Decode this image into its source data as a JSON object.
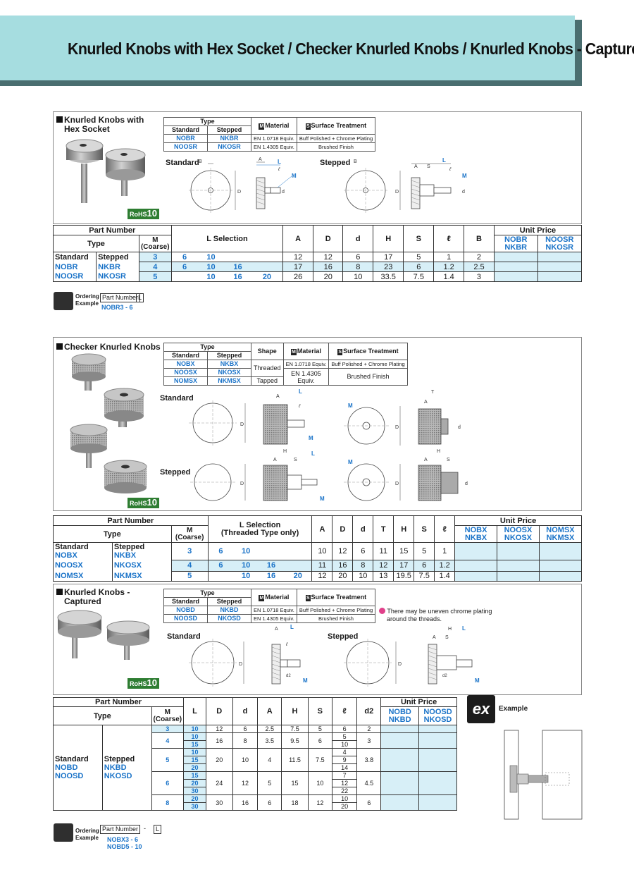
{
  "title": "Knurled Knobs with Hex Socket / Checker Knurled Knobs / Knurled Knobs - Captured",
  "common": {
    "type": "Type",
    "standard": "Standard",
    "stepped": "Stepped",
    "material": "Material",
    "surface": "Surface Treatment",
    "shape": "Shape",
    "m_mark": "M",
    "s_mark": "S",
    "part_number": "Part Number",
    "m_coarse_1": "M",
    "m_coarse_2": "(Coarse)",
    "unit_price": "Unit Price",
    "l_selection": "L Selection",
    "rohs": "RoHS",
    "rohs_num": "10",
    "ordering": "Ordering",
    "example": "Example",
    "dash": "-",
    "l_box": "L"
  },
  "sec1": {
    "title_1": "Knurled Knobs with",
    "title_2": "Hex Socket",
    "spec": [
      {
        "std": "NOBR",
        "stp": "NKBR",
        "mat": "EN 1.0718 Equiv.",
        "surf": "Buff Polished + Chrome Plating"
      },
      {
        "std": "NOOSR",
        "stp": "NKOSR",
        "mat": "EN 1.4305 Equiv.",
        "surf": "Brushed Finish"
      }
    ],
    "label_std": "Standard",
    "label_stp": "Stepped",
    "cols": [
      "A",
      "D",
      "d",
      "H",
      "S",
      "ℓ",
      "B"
    ],
    "price_cols": [
      [
        "NOBR",
        "NKBR"
      ],
      [
        "NOOSR",
        "NKOSR"
      ]
    ],
    "type_std": [
      "Standard",
      "NOBR",
      "NOOSR"
    ],
    "type_stp": [
      "Stepped",
      "NKBR",
      "NKOSR"
    ],
    "rows": [
      {
        "m": "3",
        "l": [
          "6",
          "10",
          "",
          ""
        ],
        "v": [
          "12",
          "12",
          "6",
          "17",
          "5",
          "1",
          "2"
        ]
      },
      {
        "m": "4",
        "l": [
          "6",
          "10",
          "16",
          ""
        ],
        "v": [
          "17",
          "16",
          "8",
          "23",
          "6",
          "1.2",
          "2.5"
        ]
      },
      {
        "m": "5",
        "l": [
          "",
          "10",
          "16",
          "20"
        ],
        "v": [
          "26",
          "20",
          "10",
          "33.5",
          "7.5",
          "1.4",
          "3"
        ]
      }
    ],
    "order_ex": "NOBR3  -  6"
  },
  "sec2": {
    "title": "Checker Knurled Knobs",
    "spec": [
      {
        "std": "NOBX",
        "stp": "NKBX",
        "mat": "EN 1.0718 Equiv.",
        "surf": "Buff Polished + Chrome Plating"
      },
      {
        "std": "NOOSX",
        "stp": "NKOSX",
        "mat": "EN 1.4305 Equiv.",
        "surf": "Brushed Finish"
      },
      {
        "std": "NOMSX",
        "stp": "NKMSX"
      }
    ],
    "shape_threaded": "Threaded",
    "shape_tapped": "Tapped",
    "label_std": "Standard",
    "label_stp": "Stepped",
    "l_sel_1": "L Selection",
    "l_sel_2": "(Threaded Type only)",
    "cols": [
      "A",
      "D",
      "d",
      "T",
      "H",
      "S",
      "ℓ"
    ],
    "price_cols": [
      [
        "NOBX",
        "NKBX"
      ],
      [
        "NOOSX",
        "NKOSX"
      ],
      [
        "NOMSX",
        "NKMSX"
      ]
    ],
    "type_std": [
      "Standard",
      "NOBX",
      "NOOSX",
      "NOMSX"
    ],
    "type_stp": [
      "Stepped",
      "NKBX",
      "NKOSX",
      "NKMSX"
    ],
    "rows": [
      {
        "m": "3",
        "l": [
          "6",
          "10",
          "",
          ""
        ],
        "v": [
          "10",
          "12",
          "6",
          "11",
          "15",
          "5",
          "1"
        ]
      },
      {
        "m": "4",
        "l": [
          "6",
          "10",
          "16",
          ""
        ],
        "v": [
          "11",
          "16",
          "8",
          "12",
          "17",
          "6",
          "1.2"
        ]
      },
      {
        "m": "5",
        "l": [
          "",
          "10",
          "16",
          "20"
        ],
        "v": [
          "12",
          "20",
          "10",
          "13",
          "19.5",
          "7.5",
          "1.4"
        ]
      }
    ]
  },
  "sec3": {
    "title_1": "Knurled Knobs -",
    "title_2": "Captured",
    "spec": [
      {
        "std": "NOBD",
        "stp": "NKBD",
        "mat": "EN 1.0718 Equiv.",
        "surf": "Buff Polished + Chrome Plating"
      },
      {
        "std": "NOOSD",
        "stp": "NKOSD",
        "mat": "EN 1.4305 Equiv.",
        "surf": "Brushed Finish"
      }
    ],
    "note_1": "There may be uneven chrome plating",
    "note_2": "around the threads.",
    "label_std": "Standard",
    "label_stp": "Stepped",
    "cols": [
      "L",
      "D",
      "d",
      "A",
      "H",
      "S",
      "ℓ",
      "d2"
    ],
    "price_cols": [
      [
        "NOBD",
        "NKBD"
      ],
      [
        "NOOSD",
        "NKOSD"
      ]
    ],
    "type_std": [
      "Standard",
      "NOBD",
      "NOOSD"
    ],
    "type_stp": [
      "Stepped",
      "NKBD",
      "NKOSD"
    ],
    "groups": [
      {
        "m": "3",
        "D": "12",
        "d": "6",
        "A": "2.5",
        "H": "7.5",
        "S": "5",
        "d2": "2",
        "rows": [
          {
            "L": "10",
            "l": "6"
          }
        ]
      },
      {
        "m": "4",
        "D": "16",
        "d": "8",
        "A": "3.5",
        "H": "9.5",
        "S": "6",
        "d2": "3",
        "rows": [
          {
            "L": "10",
            "l": "5"
          },
          {
            "L": "15",
            "l": "10"
          }
        ]
      },
      {
        "m": "5",
        "D": "20",
        "d": "10",
        "A": "4",
        "H": "11.5",
        "S": "7.5",
        "d2": "3.8",
        "rows": [
          {
            "L": "10",
            "l": "4"
          },
          {
            "L": "15",
            "l": "9"
          },
          {
            "L": "20",
            "l": "14"
          }
        ]
      },
      {
        "m": "6",
        "D": "24",
        "d": "12",
        "A": "5",
        "H": "15",
        "S": "10",
        "d2": "4.5",
        "rows": [
          {
            "L": "15",
            "l": "7"
          },
          {
            "L": "20",
            "l": "12"
          },
          {
            "L": "30",
            "l": "22"
          }
        ]
      },
      {
        "m": "8",
        "D": "30",
        "d": "16",
        "A": "6",
        "H": "18",
        "S": "12",
        "d2": "6",
        "rows": [
          {
            "L": "20",
            "l": "10"
          },
          {
            "L": "30",
            "l": "20"
          }
        ]
      }
    ],
    "ex_icon": "ex",
    "ex_label": "Example",
    "order_ex_1": "NOBX3  -  6",
    "order_ex_2": "NOBD5  -  10"
  }
}
